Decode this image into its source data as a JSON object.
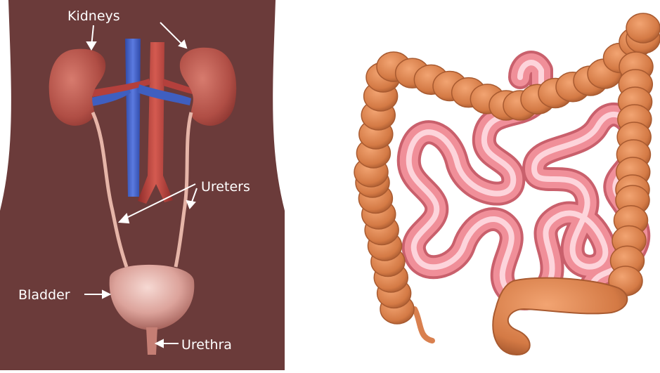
{
  "urinary_diagram": {
    "labels": {
      "kidneys": "Kidneys",
      "ureters": "Ureters",
      "bladder": "Bladder",
      "urethra": "Urethra"
    },
    "colors": {
      "background": "#6b3b3a",
      "kidney": "#b8574c",
      "vein": "#3f5fc0",
      "artery": "#b4403c",
      "bladder": "#d79a93",
      "label": "#ffffff"
    }
  },
  "intestine_illustration": {
    "colors": {
      "large_intestine": "#d9804f",
      "small_intestine": "#f08f99",
      "small_intestine_highlight": "#ffe0e6"
    }
  }
}
